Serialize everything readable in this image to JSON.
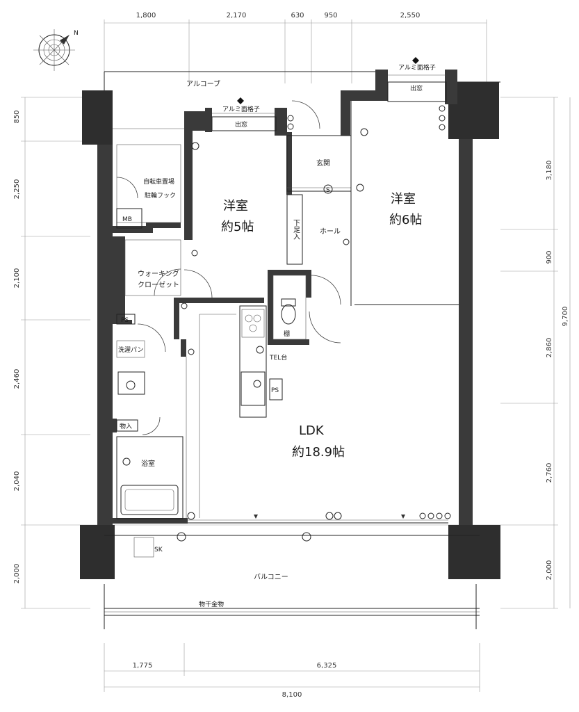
{
  "dimensions": {
    "top": [
      "1,800",
      "2,170",
      "630",
      "950",
      "2,550"
    ],
    "left": [
      "850",
      "2,250",
      "2,100",
      "2,460",
      "2,040",
      "2,000"
    ],
    "right": [
      "3,180",
      "900",
      "2,860",
      "2,760",
      "2,000"
    ],
    "right_total": "9,700",
    "bottom": [
      "1,775",
      "6,325"
    ],
    "bottom_total": "8,100"
  },
  "rooms": {
    "western_room_1": {
      "name": "洋室",
      "size": "約5帖"
    },
    "western_room_2": {
      "name": "洋室",
      "size": "約6帖"
    },
    "ldk": {
      "name": "LDK",
      "size": "約18.9帖"
    }
  },
  "labels": {
    "alcove": "アルコーブ",
    "aluminum_lattice_1": "アルミ面格子",
    "aluminum_lattice_2": "アルミ面格子",
    "bay_window_1": "出窓",
    "bay_window_2": "出窓",
    "entrance": "玄関",
    "hall": "ホール",
    "shoe_box": "下足入",
    "bicycle_1": "自転車置場",
    "bicycle_2": "駐輪フック",
    "mb": "MB",
    "ps_1": "PS",
    "ps_2": "PS",
    "walk_in_closet_1": "ウォーキング",
    "walk_in_closet_2": "クローゼット",
    "laundry_pan": "洗濯パン",
    "storage": "物入",
    "bathroom": "浴室",
    "tel_stand": "TEL台",
    "shelf": "棚",
    "sk": "SK",
    "balcony": "バルコニー",
    "clothes_hanger": "物干金物"
  },
  "compass": {
    "north": "N"
  }
}
